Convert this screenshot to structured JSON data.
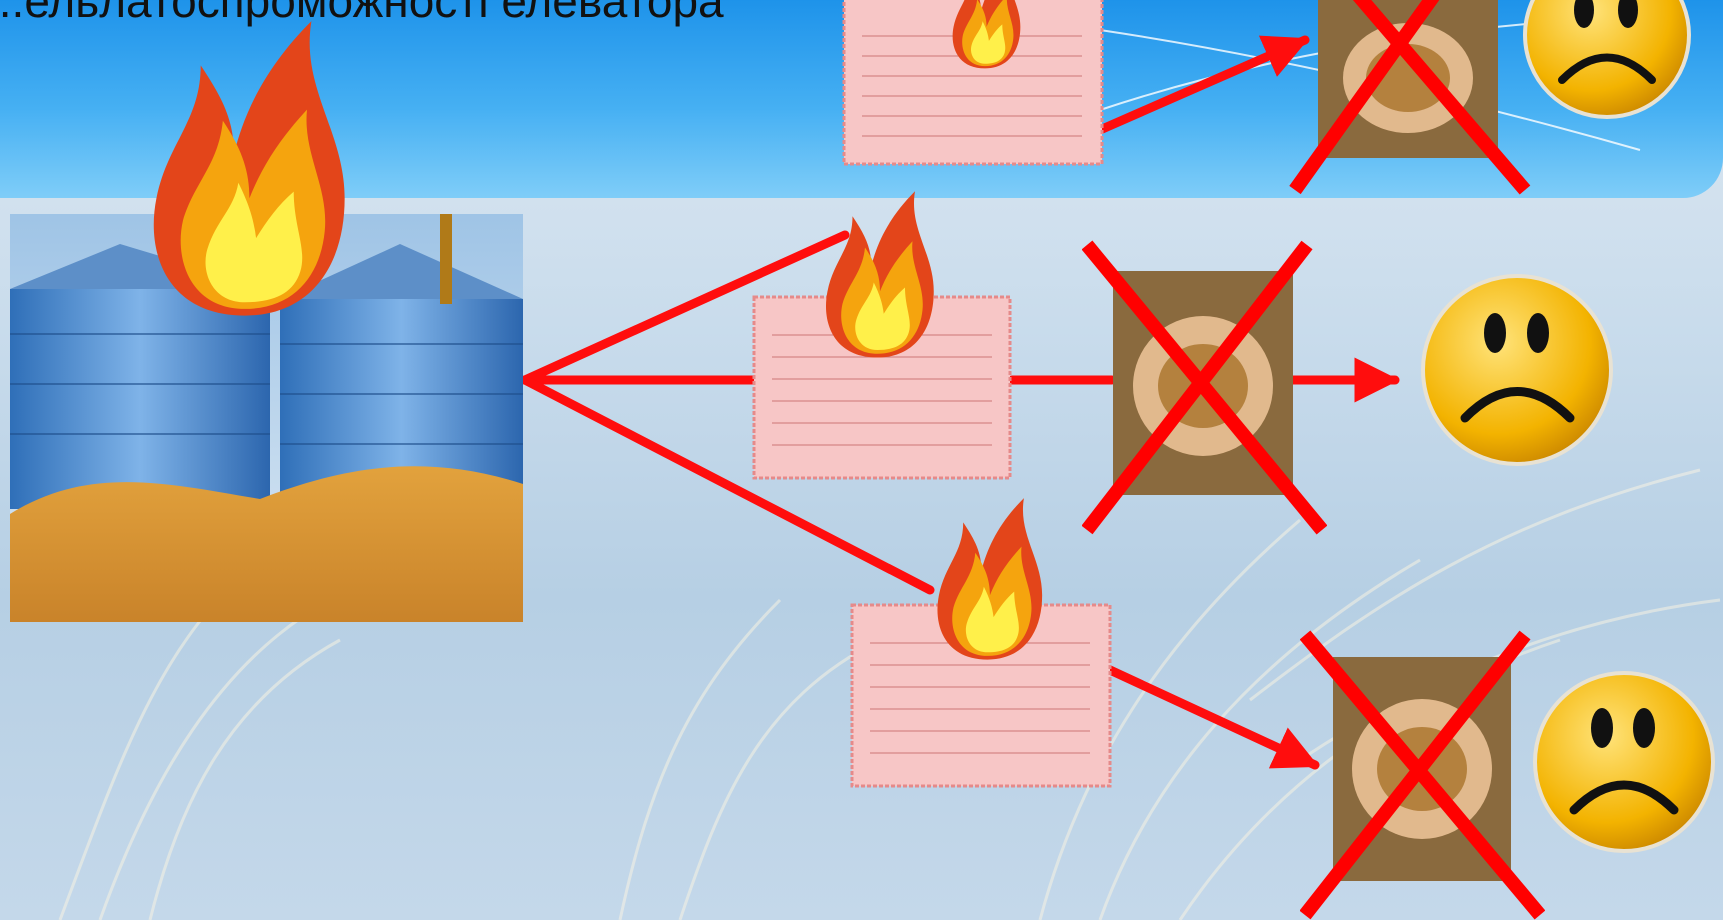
{
  "slide": {
    "title": "...ельлатоспроможності елеватора"
  },
  "colors": {
    "banner": "#2a9cee",
    "arrow": "#ff0d0d",
    "cross": "#ff0000",
    "certificate": "#f7c6c6",
    "smiley": "#f3b300"
  },
  "icons": {
    "elevator": "grain-elevator-photo",
    "certificate": "warehouse-certificate-document",
    "fire": "fire-icon",
    "grain": "grain-in-hands-photo",
    "cross": "cross-out-icon",
    "sad": "sad-face-icon"
  },
  "branches": [
    "top",
    "middle",
    "bottom"
  ]
}
